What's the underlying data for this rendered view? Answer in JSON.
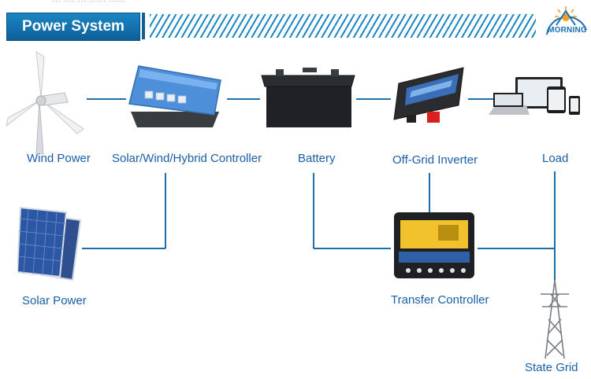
{
  "header": {
    "title": "Power System",
    "cutoff_text": "... .... ... ...... ......",
    "accent_color": "#1a86c5"
  },
  "logo": {
    "text": "MORNING",
    "icon": "sun-logo-icon"
  },
  "components": {
    "wind_power": {
      "label": "Wind Power",
      "icon": "wind-turbine-icon"
    },
    "controller": {
      "label": "Solar/Wind/Hybrid Controller",
      "icon": "charge-controller-icon"
    },
    "battery": {
      "label": "Battery",
      "icon": "battery-icon"
    },
    "inverter": {
      "label": "Off-Grid Inverter",
      "icon": "inverter-icon"
    },
    "load": {
      "label": "Load",
      "icon": "devices-icon"
    },
    "solar_power": {
      "label": "Solar Power",
      "icon": "solar-panel-icon"
    },
    "transfer_controller": {
      "label": "Transfer Controller",
      "icon": "transfer-controller-icon"
    },
    "state_grid": {
      "label": "State Grid",
      "icon": "power-tower-icon"
    }
  },
  "colors": {
    "line": "#1c6fa8",
    "label": "#1a5ea8"
  }
}
